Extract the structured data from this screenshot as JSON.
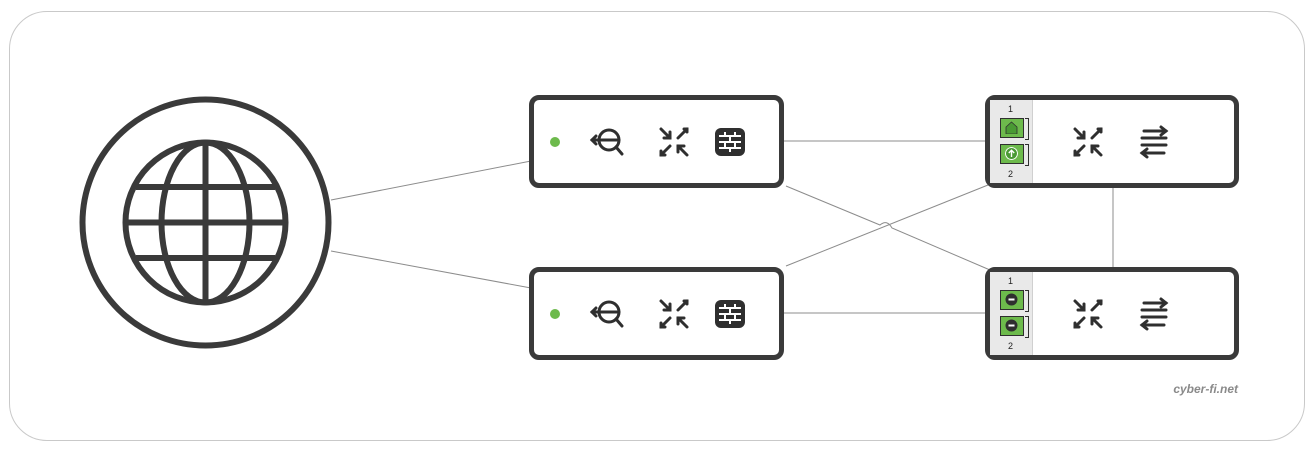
{
  "watermark": "cyber-fi.net",
  "colors": {
    "stroke": "#3a3a3a",
    "link": "#8c8c8c",
    "status_ok": "#6dba4c",
    "port_fill": "#6dba4c"
  },
  "internet": {
    "icon": "globe-icon"
  },
  "firewalls": [
    {
      "id": "firewall-top",
      "status": "online",
      "icons": [
        "inspect-icon",
        "cluster-arrows-icon",
        "firewall-brick-icon"
      ]
    },
    {
      "id": "firewall-bottom",
      "status": "online",
      "icons": [
        "inspect-icon",
        "cluster-arrows-icon",
        "firewall-brick-icon"
      ]
    }
  ],
  "switches": [
    {
      "id": "switch-top",
      "ports": [
        {
          "label": "1",
          "state": "up-home"
        },
        {
          "label": "2",
          "state": "up-arrow"
        }
      ],
      "icons": [
        "cluster-arrows-icon",
        "switch-arrows-icon"
      ]
    },
    {
      "id": "switch-bottom",
      "ports": [
        {
          "label": "1",
          "state": "blocked"
        },
        {
          "label": "2",
          "state": "blocked"
        }
      ],
      "icons": [
        "cluster-arrows-icon",
        "switch-arrows-icon"
      ]
    }
  ]
}
